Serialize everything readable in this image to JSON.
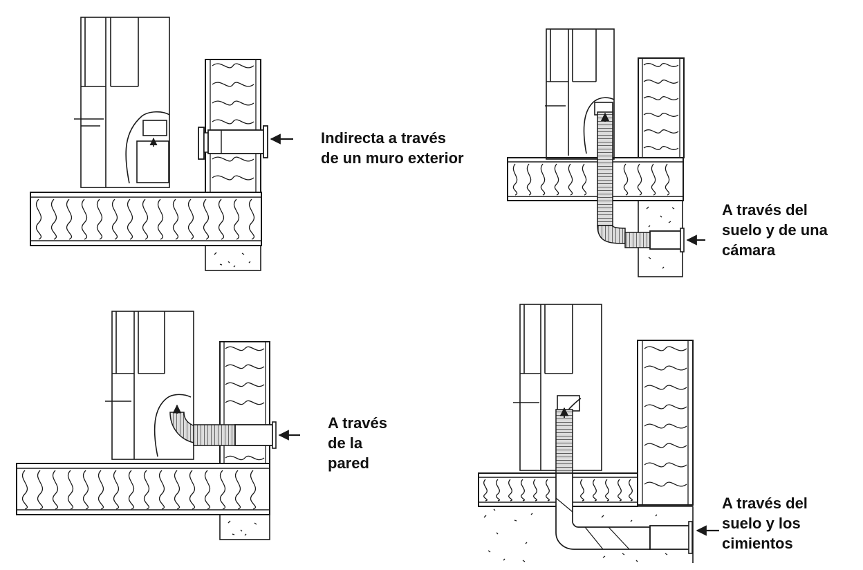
{
  "colors": {
    "line": "#1a1a1a",
    "background": "#ffffff",
    "pipe_fill": "#d6d6d6"
  },
  "panels": [
    {
      "id": "wall",
      "caption_lines": [
        "Indirecta a través",
        "de un muro exterior"
      ]
    },
    {
      "id": "floor-crawlspace",
      "caption_lines": [
        "A través del",
        "suelo y de una",
        "cámara"
      ]
    },
    {
      "id": "through-wall",
      "caption_lines": [
        "A través",
        "de la",
        "pared"
      ]
    },
    {
      "id": "floor-foundation",
      "caption_lines": [
        "A través del",
        "suelo y los",
        "cimientos"
      ]
    }
  ]
}
